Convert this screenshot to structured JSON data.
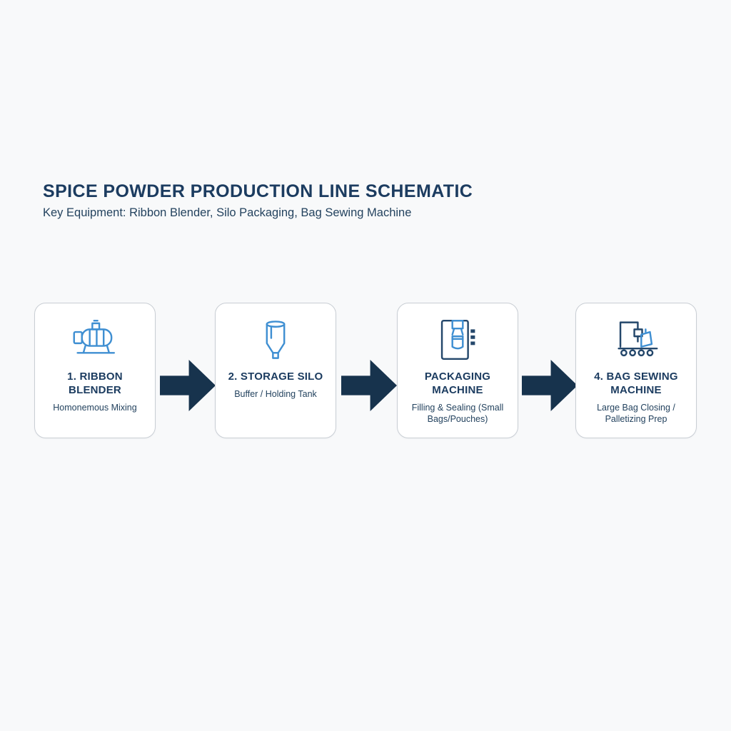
{
  "page": {
    "title": "SPICE POWDER PRODUCTION LINE SCHEMATIC",
    "subtitle": "Key Equipment: Ribbon Blender, Silo Packaging, Bag Sewing Machine"
  },
  "steps": [
    {
      "title": "1. RIBBON BLENDER",
      "subtitle": "Homonemous Mixing",
      "icon": "ribbon-blender-icon"
    },
    {
      "title": "2. STORAGE SILO",
      "subtitle": "Buffer / Holding Tank",
      "icon": "storage-silo-icon"
    },
    {
      "title": "PACKAGING MACHINE",
      "subtitle": "Filling & Sealing (Small Bags/Pouches)",
      "icon": "packaging-machine-icon"
    },
    {
      "title": "4. BAG SEWING MACHINE",
      "subtitle": "Large Bag Closing / Palletizing Prep",
      "icon": "bag-sewing-machine-icon"
    }
  ],
  "colors": {
    "background": "#f8f9fa",
    "title_navy": "#1c3c60",
    "text_navy": "#24435f",
    "arrow_navy": "#17334d",
    "icon_blue": "#3f8fd2",
    "icon_navy": "#24476b",
    "card_border": "#c9ced4"
  }
}
